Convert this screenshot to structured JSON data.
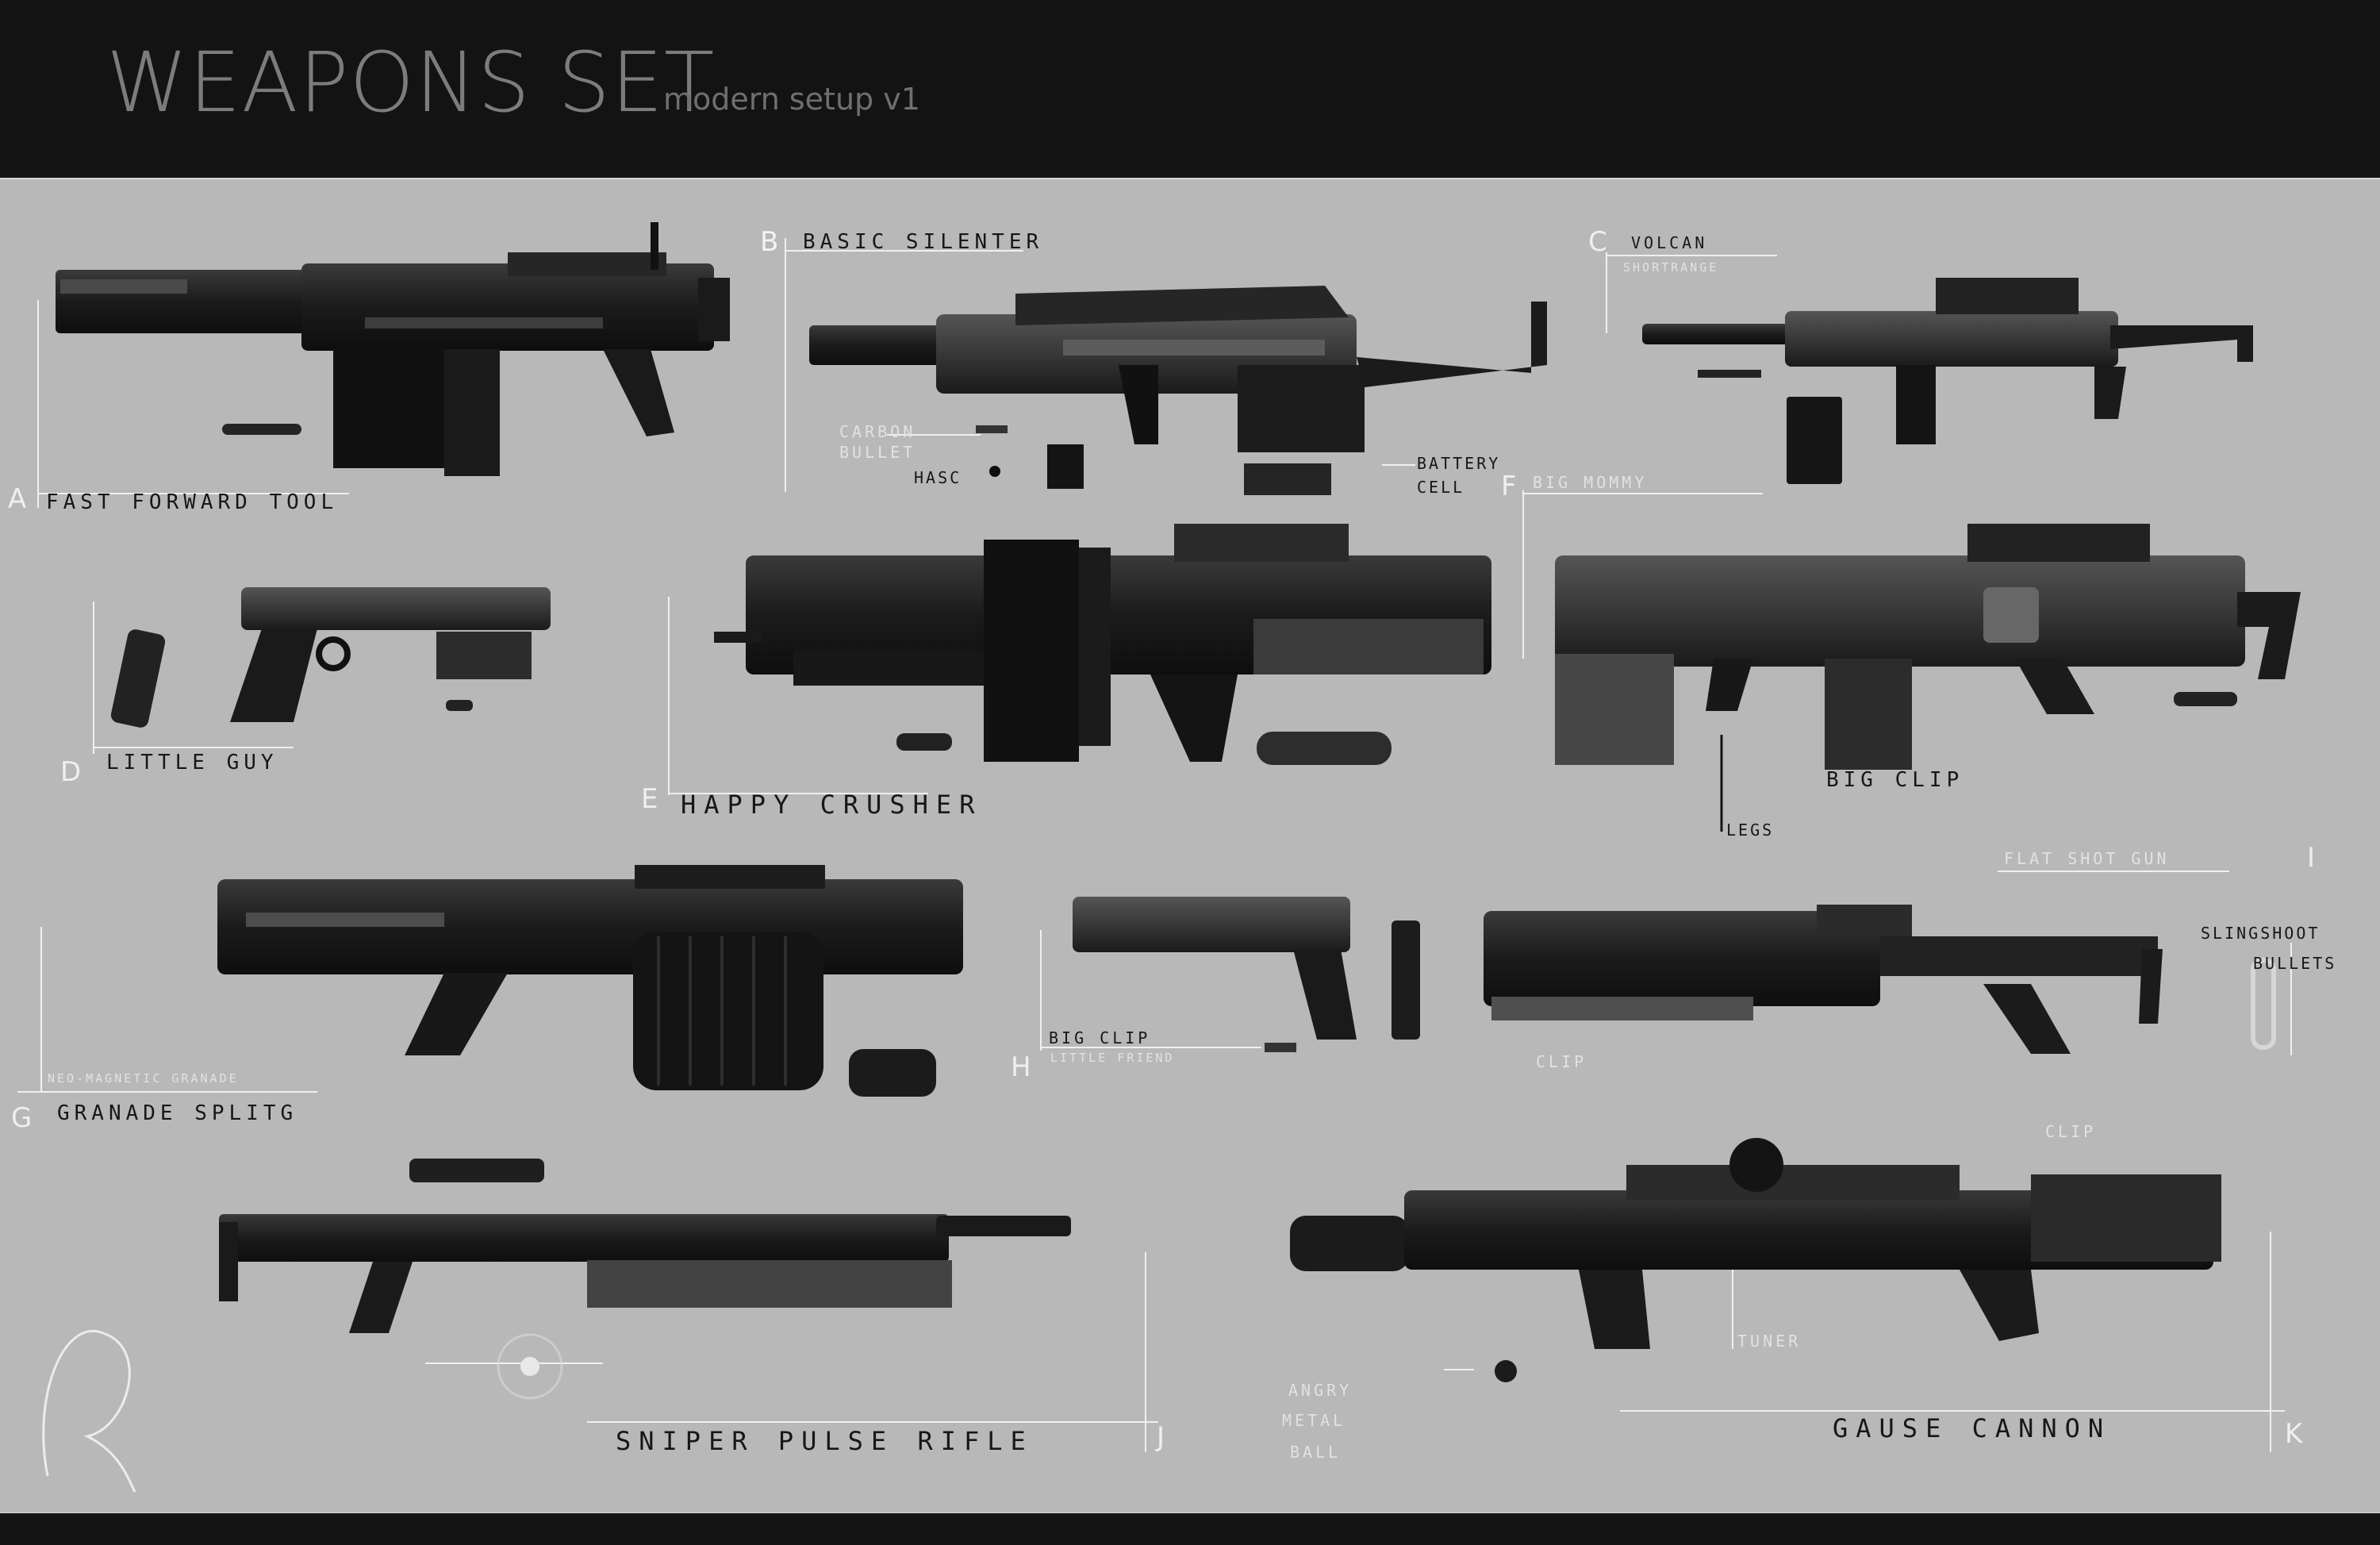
{
  "header": {
    "title": "WEAPONS SET",
    "subtitle": "modern setup v1"
  },
  "labels": {
    "a_letter": "A",
    "a_name": "FAST FORWARD TOOL",
    "b_letter": "B",
    "b_name": "BASIC SILENTER",
    "b_note_carbon": "CARBON",
    "b_note_bullet": "BULLET",
    "b_note_hasc": "HASC",
    "b_note_battery": "BATTERY",
    "b_note_cell": "CELL",
    "c_letter": "C",
    "c_name": "VOLCAN",
    "c_sub": "SHORTRANGE",
    "d_letter": "D",
    "d_name": "LITTLE GUY",
    "e_letter": "E",
    "e_name": "HAPPY CRUSHER",
    "f_letter": "F",
    "f_name": "BIG MOMMY",
    "f_note_clip": "BIG CLIP",
    "f_note_legs": "LEGS",
    "g_letter": "G",
    "g_sub": "NEO-MAGNETIC GRANADE",
    "g_name": "GRANADE SPLITG",
    "h_letter": "H",
    "h_note": "BIG CLIP",
    "h_name": "LITTLE FRIEND",
    "i_letter": "I",
    "i_name": "FLAT SHOT GUN",
    "i_note_clip": "CLIP",
    "i_note_slingshoot": "SLINGSHOOT",
    "i_note_bullets": "BULLETS",
    "j_letter": "J",
    "j_name": "SNIPER PULSE RIFLE",
    "k_letter": "K",
    "k_name": "GAUSE CANNON",
    "k_note_clip": "CLIP",
    "k_note_tuner": "TUNER",
    "k_note_angry": "ANGRY",
    "k_note_metal": "METAL",
    "k_note_ball": "BALL"
  },
  "colors": {
    "sheet": "#b8b8b8",
    "frame": "#131313",
    "weapon_dark": "#1a1a1a",
    "weapon_mid": "#2f2f2f",
    "weapon_light": "#4a4a4a",
    "annotation_light": "#e8e8e8"
  }
}
